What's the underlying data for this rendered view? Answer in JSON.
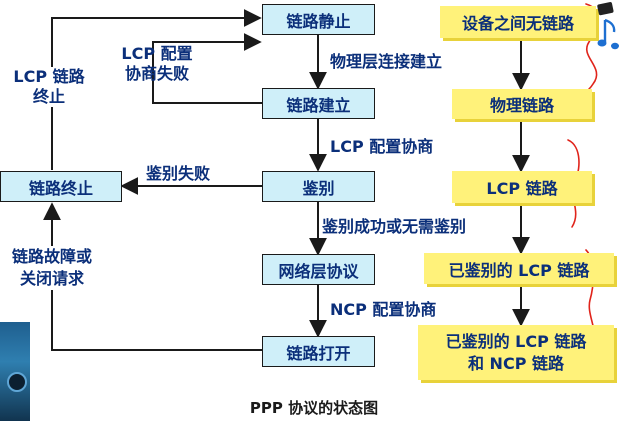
{
  "left_column": {
    "dead": "链路静止",
    "establish": "链路建立",
    "authenticate": "鉴别",
    "network": "网络层协议",
    "open": "链路打开",
    "terminate": "链路终止"
  },
  "right_column": {
    "no_link": "设备之间无链路",
    "physical": "物理链路",
    "lcp": "LCP 链路",
    "auth_lcp": "已鉴别的 LCP 链路",
    "auth_lcp_ncp_line1": "已鉴别的 LCP 链路",
    "auth_lcp_ncp_line2": "和 NCP 链路"
  },
  "labels": {
    "physical_up": "物理层连接建立",
    "lcp_negotiate": "LCP 配置协商",
    "lcp_fail_line1": "LCP 配置",
    "lcp_fail_line2": "协商失败",
    "lcp_terminate_line1": "LCP 链路",
    "lcp_terminate_line2": "终止",
    "auth_fail": "鉴别失败",
    "auth_success": "鉴别成功或无需鉴别",
    "ncp_negotiate": "NCP 配置协商",
    "failure_line1": "链路故障或",
    "failure_line2": "关闭请求"
  },
  "caption": "PPP 协议的状态图",
  "colors": {
    "state_box": "#cfeff9",
    "right_box": "#fff27a",
    "text": "#0b2f7a",
    "annotation": "#e0241b"
  },
  "icons": {
    "annotation": "annotation-pen-icon",
    "music": "music-note-icon"
  }
}
